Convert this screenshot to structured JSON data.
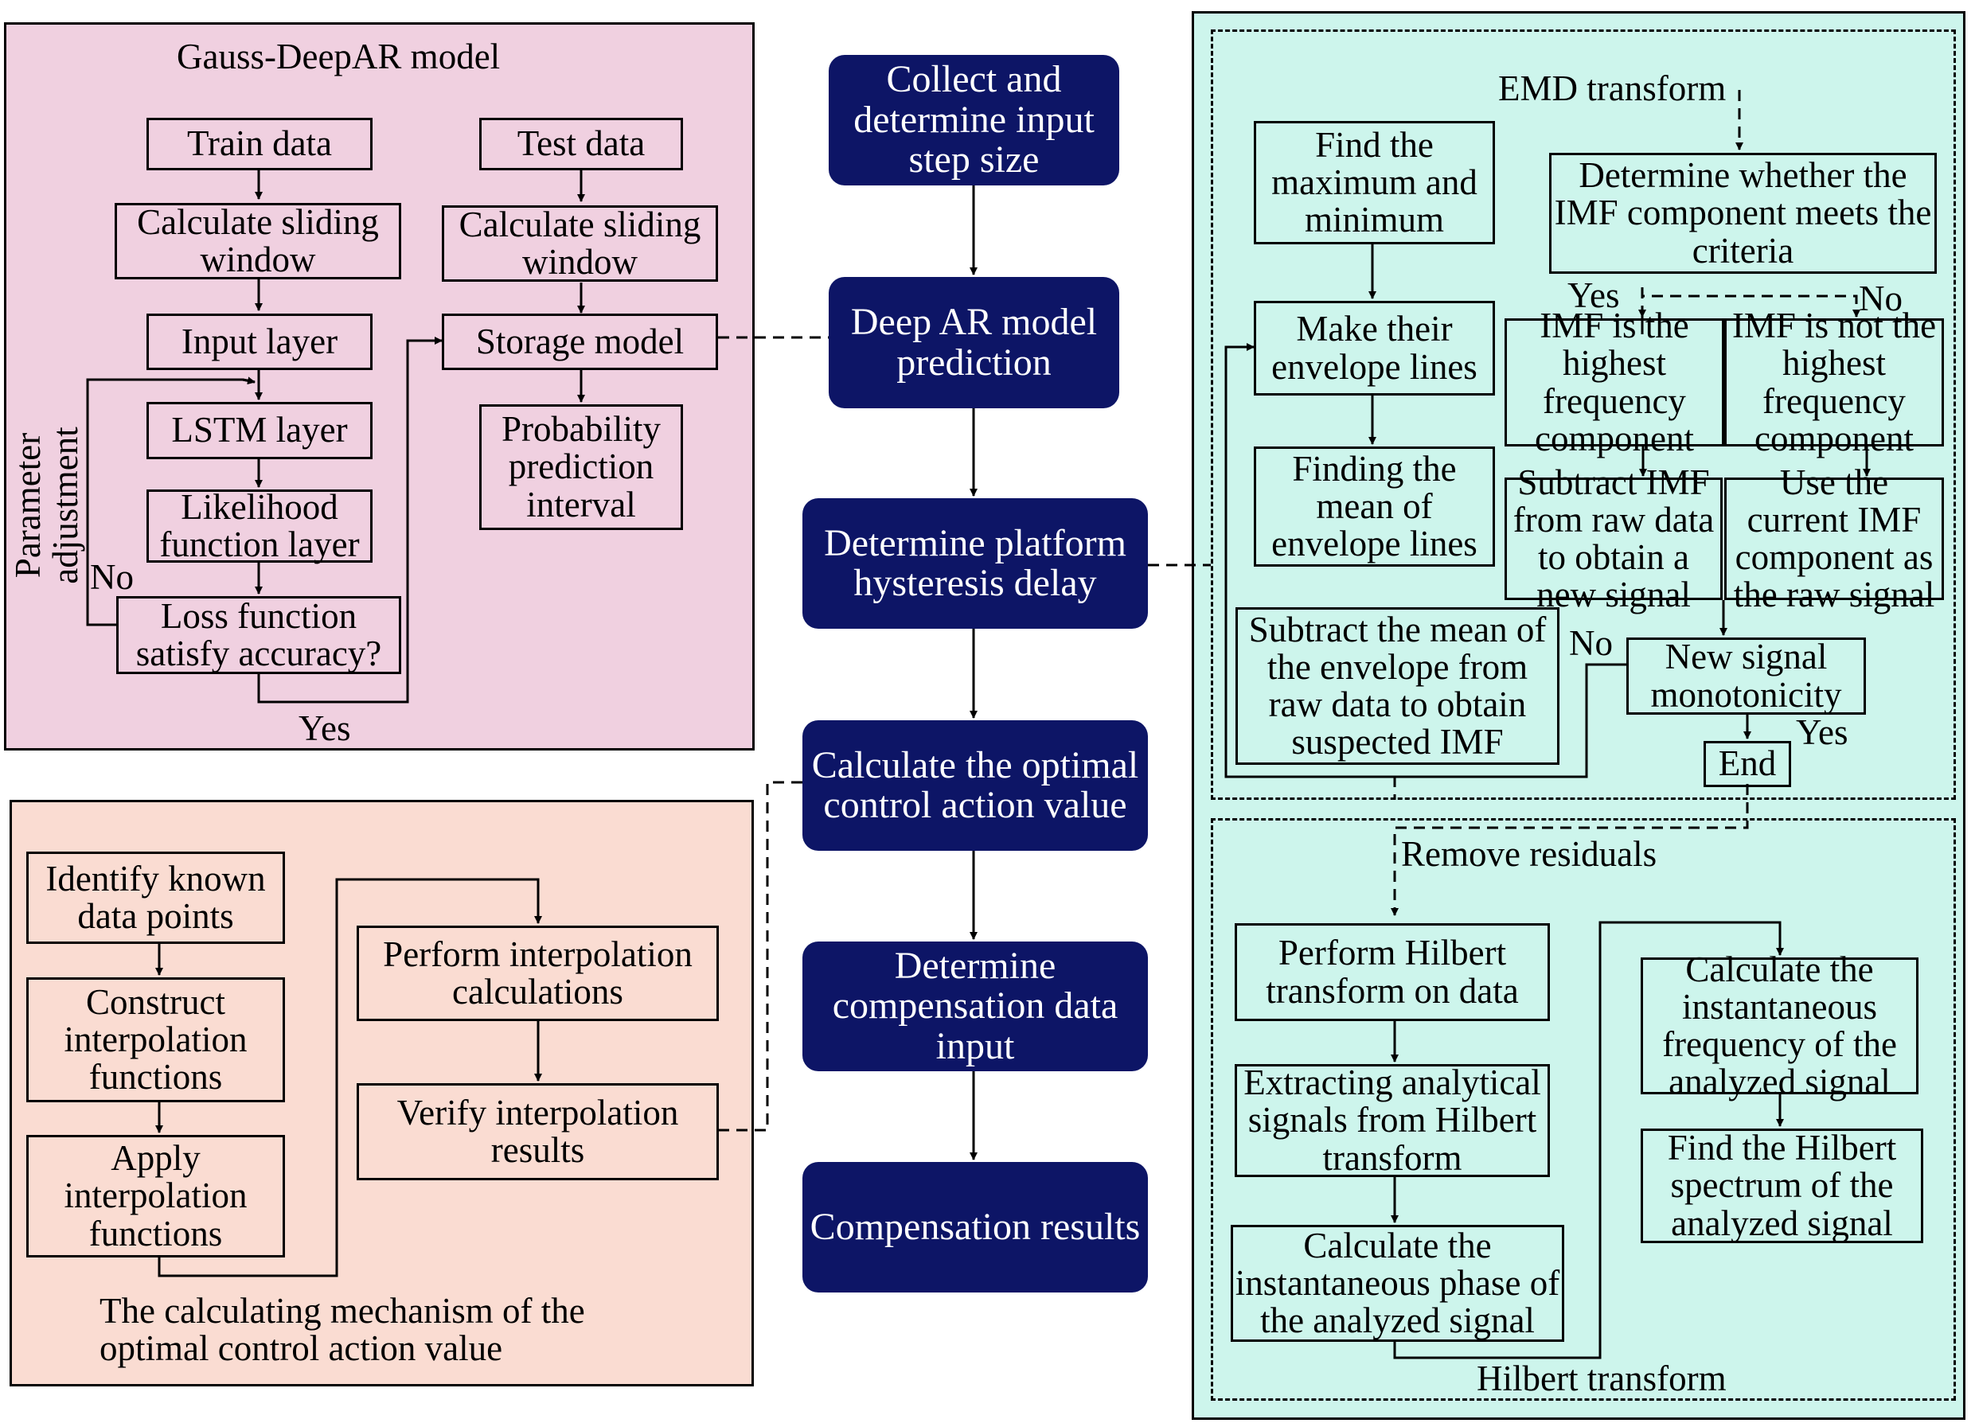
{
  "colors": {
    "pink": "#f0d0e0",
    "salmon": "#fadcd2",
    "mint": "#cdf5ec",
    "navy": "#0d1566"
  },
  "gauss": {
    "title": "Gauss-DeepAR model",
    "train_data": "Train data",
    "calc_window_left": "Calculate sliding window",
    "input_layer": "Input layer",
    "lstm_layer": "LSTM layer",
    "likelihood_layer": "Likelihood function layer",
    "loss_function": "Loss function satisfy accuracy?",
    "test_data": "Test data",
    "calc_window_right": "Calculate sliding window",
    "storage_model": "Storage model",
    "probability_interval": "Probability prediction interval",
    "parameter_adjustment": "Parameter adjustment",
    "no": "No",
    "yes": "Yes"
  },
  "center": {
    "collect": "Collect and determine input step size",
    "deepar": "Deep AR model prediction",
    "platform": "Determine platform hysteresis delay",
    "optimal": "Calculate the optimal control action value",
    "compensation_input": "Determine compensation data input",
    "results": "Compensation results"
  },
  "interp": {
    "identify": "Identify known data points",
    "construct": "Construct interpolation functions",
    "apply": "Apply interpolation functions",
    "perform": "Perform interpolation calculations",
    "verify": "Verify interpolation results",
    "caption": "The calculating mechanism of the optimal control action value"
  },
  "emd": {
    "title": "EMD transform",
    "find_extrema": "Find the maximum and minimum",
    "envelope_lines": "Make their envelope lines",
    "finding_mean": "Finding the mean of envelope lines",
    "subtract_mean": "Subtract the mean of the envelope from raw data to obtain suspected IMF",
    "determine_imf": "Determine whether the IMF component meets the criteria",
    "yes": "Yes",
    "no": "No",
    "imf_highest": "IMF is the highest frequency component",
    "imf_not_highest": "IMF is not the highest frequency component",
    "subtract_imf": "Subtract IMF from raw data to obtain a new signal",
    "use_current": "Use the current IMF component as the raw signal",
    "no_loop": "No",
    "monotonicity": "New signal monotonicity",
    "yes_end": "Yes",
    "end": "End"
  },
  "hilbert": {
    "remove_residuals": "Remove residuals",
    "perform": "Perform Hilbert transform on data",
    "extracting": "Extracting analytical signals from Hilbert transform",
    "phase": "Calculate the instantaneous phase of the analyzed signal",
    "frequency": "Calculate the instantaneous frequency of the analyzed signal",
    "spectrum": "Find the Hilbert spectrum of the analyzed signal",
    "title": "Hilbert transform"
  }
}
